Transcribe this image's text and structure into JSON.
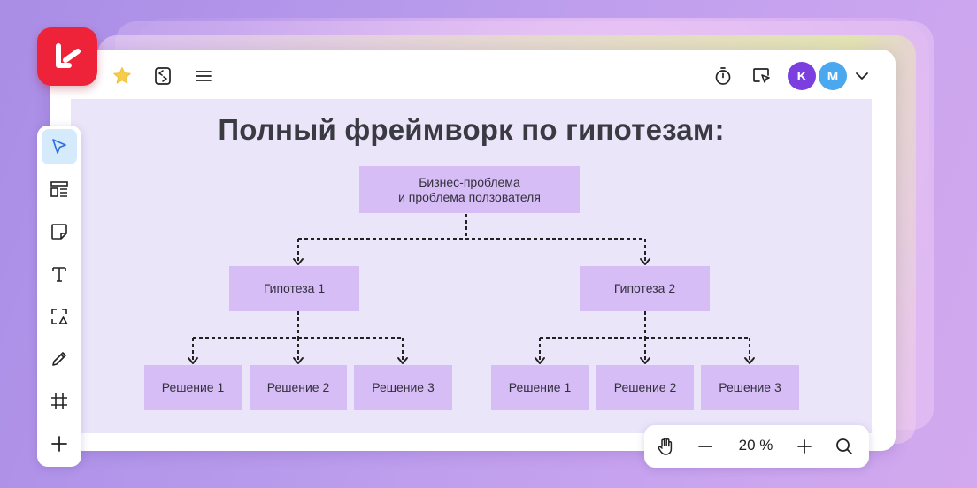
{
  "colors": {
    "accent_red": "#ee2238",
    "node_fill": "#d7bdf6",
    "canvas_bg": "#ebe5fa",
    "avatar_k": "#7b3fe0",
    "avatar_m": "#4aa8ef",
    "active_tool": "#d5ebfb"
  },
  "header": {
    "icons": [
      "star-icon",
      "frame-swap-icon",
      "menu-icon",
      "timer-icon",
      "present-icon",
      "chevron-down-icon"
    ],
    "avatars": [
      {
        "initial": "K"
      },
      {
        "initial": "M"
      }
    ]
  },
  "board": {
    "title": "Полный фреймворк по гипотезам:",
    "root": "Бизнес-проблема\nи проблема ползователя",
    "hypotheses": [
      {
        "label": "Гипотеза 1",
        "solutions": [
          "Решение 1",
          "Решение 2",
          "Решение 3"
        ]
      },
      {
        "label": "Гипотеза 2",
        "solutions": [
          "Решение 1",
          "Решение 2",
          "Решение 3"
        ]
      }
    ]
  },
  "toolbar": {
    "tools": [
      "select-cursor-icon",
      "templates-icon",
      "sticky-note-icon",
      "text-icon",
      "shapes-icon",
      "pen-icon",
      "frame-icon",
      "add-icon"
    ],
    "active": "select-cursor-icon"
  },
  "zoom": {
    "value": "20 %"
  }
}
